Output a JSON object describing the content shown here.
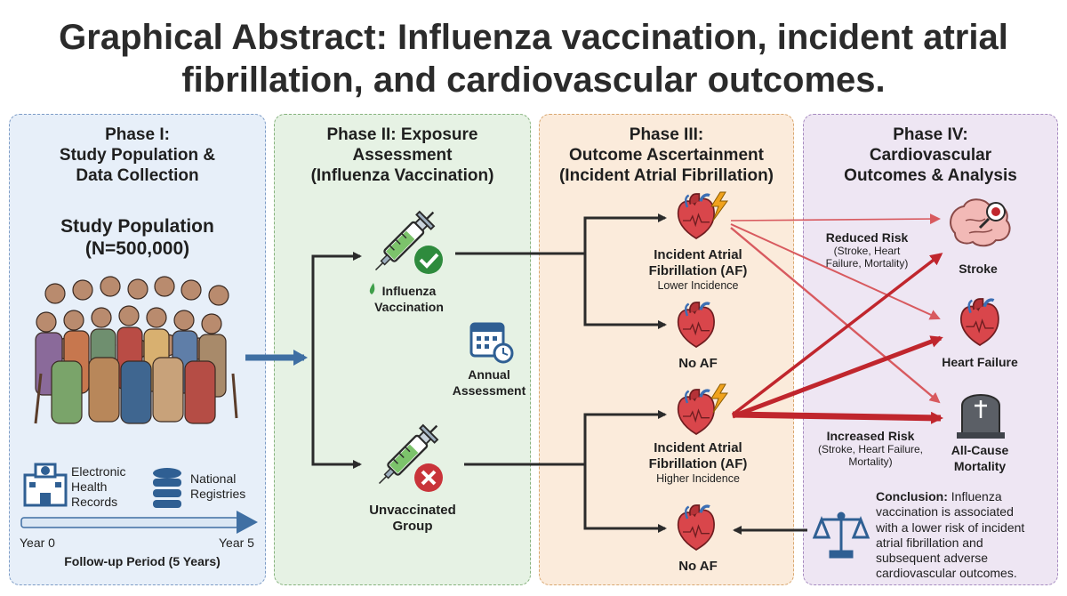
{
  "title_line1": "Graphical Abstract: Influenza vaccination, incident atrial",
  "title_line2": "fibrillation, and cardiovascular outcomes.",
  "phase1": {
    "heading": [
      "Phase I:",
      "Study Population &",
      "Data Collection"
    ],
    "population_label": [
      "Study Population",
      "(N=500,000)"
    ],
    "ehr_label": [
      "Electronic",
      "Health",
      "Records"
    ],
    "registries_label": [
      "National",
      "Registries"
    ],
    "year_start": "Year 0",
    "year_end": "Year 5",
    "followup": "Follow-up Period (5 Years)"
  },
  "phase2": {
    "heading": [
      "Phase II: Exposure",
      "Assessment",
      "(Influenza Vaccination)"
    ],
    "vaccinated": [
      "Influenza",
      "Vaccination"
    ],
    "annual": [
      "Annual",
      "Assessment"
    ],
    "unvaccinated": [
      "Unvaccinated",
      "Group"
    ]
  },
  "phase3": {
    "heading": [
      "Phase III:",
      "Outcome Ascertainment",
      "(Incident Atrial Fibrillation)"
    ],
    "af_top": [
      "Incident Atrial",
      "Fibrillation (AF)"
    ],
    "af_top_sub": "Lower Incidence",
    "noaf": "No AF",
    "af_bottom": [
      "Incident Atrial",
      "Fibrillation (AF)"
    ],
    "af_bottom_sub": "Higher Incidence"
  },
  "phase4": {
    "heading": [
      "Phase IV:",
      "Cardiovascular",
      "Outcomes & Analysis"
    ],
    "reduced": "Reduced Risk",
    "reduced_sub": [
      "(Stroke, Heart",
      "Failure, Mortality)"
    ],
    "increased": "Increased Risk",
    "increased_sub": [
      "(Stroke, Heart Failure,",
      "Mortality)"
    ],
    "stroke": "Stroke",
    "hf": "Heart Failure",
    "mortality": [
      "All-Cause",
      "Mortality"
    ],
    "conclusion_bold": "Conclusion:",
    "conclusion_text": [
      " Influenza",
      "vaccination is associated",
      "with a lower risk of incident",
      "atrial fibrillation and",
      "subsequent adverse",
      "cardiovascular outcomes."
    ]
  },
  "colors": {
    "red": "#c0262d",
    "blue_arrow": "#3f6fa3",
    "green": "#2e8b3d",
    "dark": "#2b2b2b"
  }
}
